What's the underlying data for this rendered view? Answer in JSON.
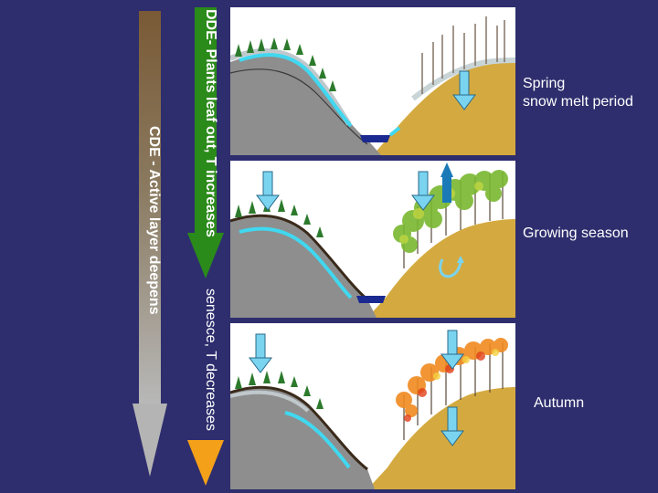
{
  "arrows": {
    "cde_label": "CDE - Active layer deepens",
    "dde_label_top": "DDE- Plants leaf out, T increases",
    "dde_label_bottom": "senesce, T decreases"
  },
  "panels": [
    {
      "label_lines": [
        "Spring",
        "snow melt period"
      ],
      "canopy": "none"
    },
    {
      "label_lines": [
        "Growing season"
      ],
      "canopy": "green"
    },
    {
      "label_lines": [
        "Autumn"
      ],
      "canopy": "autumn"
    }
  ],
  "colors": {
    "background": "#2e2e6e",
    "cde_shaft": "#8a6a4a",
    "cde_shaft_lower": "#b0b0b0",
    "dde_green": "#2a8a1a",
    "dde_orange": "#f0a020",
    "soil_left": "#8e8e8e",
    "soil_right": "#d4aa40",
    "meltwater": "#40d8f0",
    "water_pool": "#1a2a90",
    "arrow_down": "#7ad4f0",
    "arrow_up": "#1a7ab8",
    "leaves_green": "#7ab830",
    "leaves_autumn": "#f08a20"
  }
}
